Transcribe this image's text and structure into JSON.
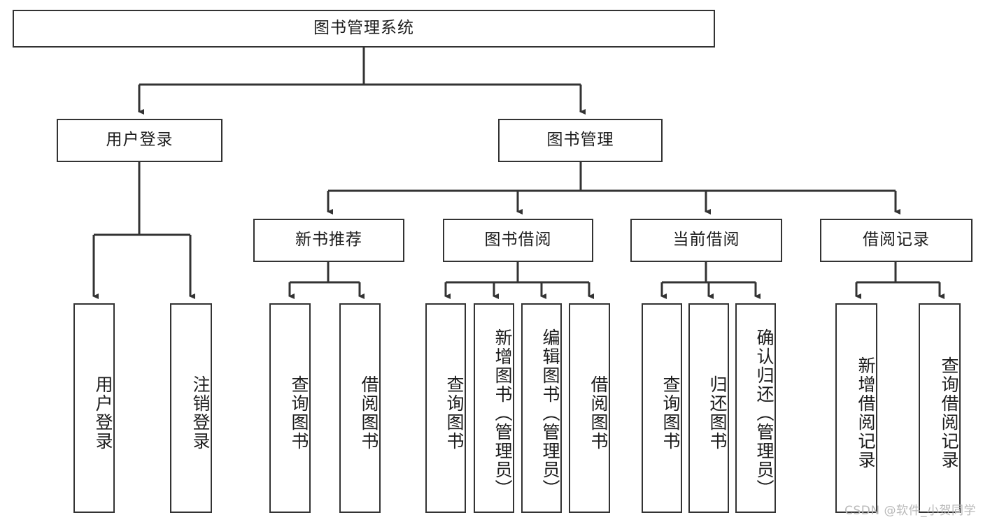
{
  "diagram": {
    "title": "图书管理系统",
    "type": "tree-hierarchy",
    "colors": {
      "background": "#ffffff",
      "box_border": "#333333",
      "box_fill": "#ffffff",
      "connector": "#333333",
      "text": "#1c1c1c",
      "watermark": "#b9b9b9"
    },
    "root": {
      "label": "图书管理系统"
    },
    "level2": [
      {
        "label": "用户登录"
      },
      {
        "label": "图书管理"
      }
    ],
    "level3": [
      {
        "label": "新书推荐"
      },
      {
        "label": "图书借阅"
      },
      {
        "label": "当前借阅"
      },
      {
        "label": "借阅记录"
      }
    ],
    "leaves": {
      "user_login": [
        {
          "label": "用户登录"
        },
        {
          "label": "注销登录"
        }
      ],
      "new_book_recommend": [
        {
          "label": "查询图书"
        },
        {
          "label": "借阅图书"
        }
      ],
      "book_borrow": [
        {
          "label": "查询图书"
        },
        {
          "label": "新增图书（管理员）"
        },
        {
          "label": "编辑图书（管理员）"
        },
        {
          "label": "借阅图书"
        }
      ],
      "current_borrow": [
        {
          "label": "查询图书"
        },
        {
          "label": "归还图书"
        },
        {
          "label": "确认归还（管理员）"
        }
      ],
      "borrow_record": [
        {
          "label": "新增借阅记录"
        },
        {
          "label": "查询借阅记录"
        }
      ]
    }
  },
  "watermark": {
    "text": "CSDN @软件_小贺同学"
  }
}
